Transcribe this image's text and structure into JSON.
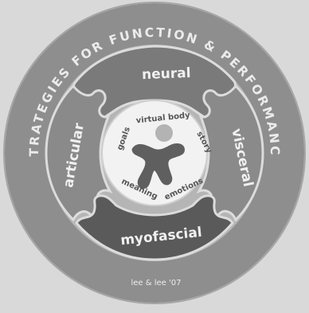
{
  "diagram": {
    "outer_ring_text": "STRATEGIES FOR FUNCTION & PERFORMANCE",
    "pieces": {
      "top": "neural",
      "left": "articular",
      "right": "visceral",
      "bottom": "myofascial"
    },
    "center_words": {
      "top": "virtual body",
      "left": "goals",
      "right": "story",
      "bottom_left": "meaning",
      "bottom_right": "emotions"
    },
    "credit": "lee & lee '07"
  }
}
